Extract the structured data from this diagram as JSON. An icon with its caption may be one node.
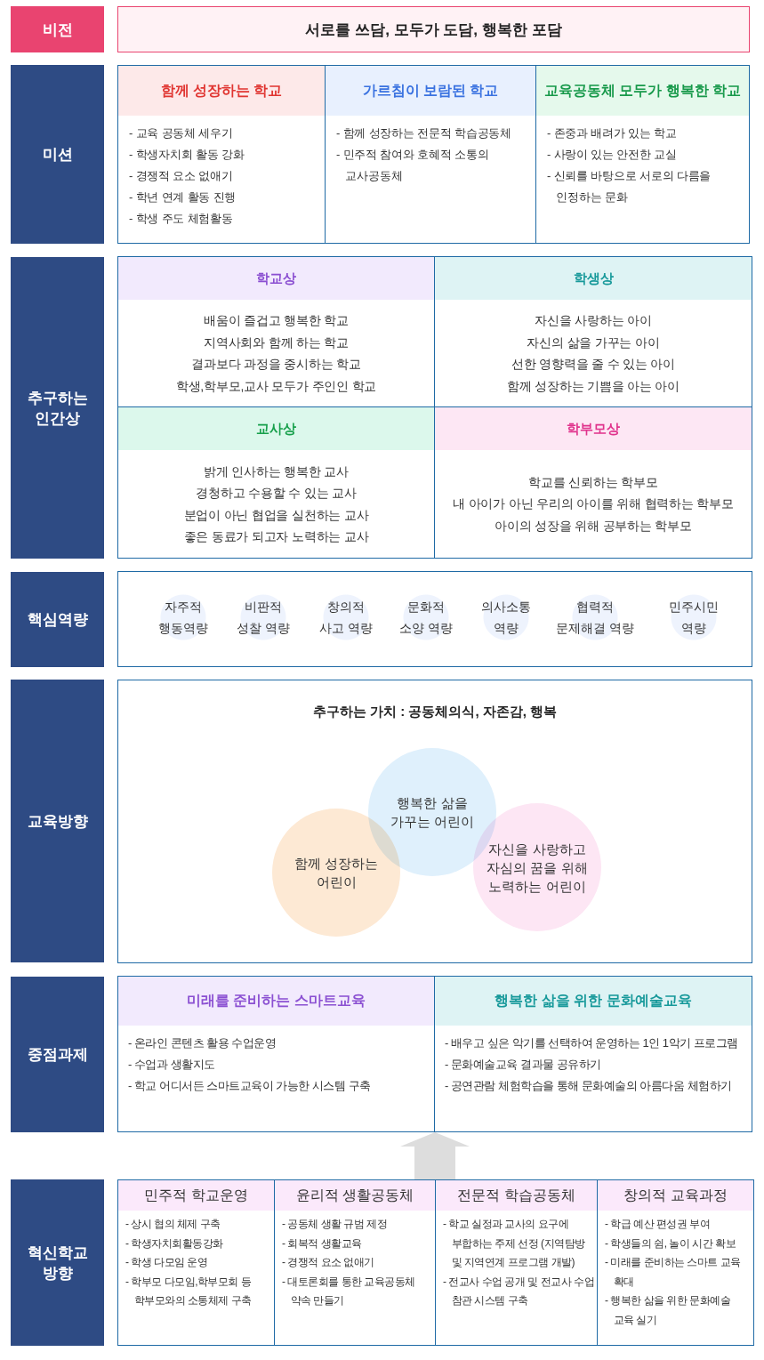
{
  "diagram": {
    "nodes": [
      {
        "text": [
          "비전"
        ]
      },
      {
        "text": [
          "서로를 쓰담, 모두가 도담, 행복한 포담"
        ]
      },
      {
        "text": [
          "미션"
        ]
      },
      {
        "text": [],
        "shape": "box"
      },
      {
        "text": [
          "함께 성장하는 학교",
          "- 교육 공동체 세우기",
          "- 학생자치회 활동 강화",
          "- 경쟁적 요소 없애기",
          "- 학년 연계 활동 진행",
          "- 학생 주도 체험활동"
        ],
        "in": 3
      },
      {
        "text": [
          "가르침이 보람된 학교",
          "- 함께 성장하는 전문적 학습공동체",
          "- 민주적 참여와 호혜적 소통의 교사공동체"
        ],
        "in": 3
      },
      {
        "text": [
          "교육공동체 모두가 행복한 학교",
          "- 존중과 배려가 있는 학교",
          "- 사랑이 있는 안전한 교실",
          "- 신뢰를 바탕으로 서로의 다름을 인정하는 문화"
        ],
        "in": 3
      },
      {
        "text": [
          "추구하는 인간상"
        ]
      },
      {
        "text": [],
        "shape": "box"
      },
      {
        "text": [
          "학교상",
          "배움이 즐겁고 행복한 학교",
          "지역사회와 함께 하는 학교",
          "결과보다 과정을 중시하는 학교",
          "학생,학부모,교사 모두가 주인인 학교"
        ],
        "in": 8
      },
      {
        "text": [
          "학생상",
          "자신을 사랑하는 아이",
          "자신의 삶을 가꾸는 아이",
          "선한 영향력을 줄 수 있는 아이",
          "함께 성장하는 기쁨을 아는 아이"
        ],
        "in": 8
      },
      {
        "text": [
          "교사상",
          "밝게 인사하는 행복한 교사",
          "경청하고 수용할 수 있는 교사",
          "분업이 아닌 협업을 실천하는 교사",
          "좋은 동료가 되고자 노력하는 교사"
        ],
        "in": 8
      },
      {
        "text": [
          "학부모상",
          "학교를 신뢰하는 학부모",
          "내 아이가 아닌 우리의 아이를 위해 협력하는 학부모",
          "아이의 성장을 위해 공부하는 학부모"
        ],
        "in": 8
      },
      {
        "text": [
          "핵심역량"
        ]
      },
      {
        "text": [],
        "shape": "box"
      },
      {
        "text": [
          "자주적 행동역량"
        ],
        "in": 14
      },
      {
        "text": [
          "비판적 성찰 역량"
        ],
        "in": 14
      },
      {
        "text": [
          "창의적 사고 역량"
        ],
        "in": 14
      },
      {
        "text": [
          "문화적 소양 역량"
        ],
        "in": 14
      },
      {
        "text": [
          "의사소통 역량"
        ],
        "in": 14
      },
      {
        "text": [
          "협력적 문제해결 역량"
        ],
        "in": 14
      },
      {
        "text": [
          "민주시민 역량"
        ],
        "in": 14
      },
      {
        "text": [
          "교육방향"
        ]
      },
      {
        "text": [
          "추구하는 가치 : 공동체의식, 자존감, 행복"
        ]
      },
      {
        "text": [
          "행복한 삶을 가꾸는 어린이"
        ],
        "in": 23
      },
      {
        "text": [
          "함께 성장하는 어린이"
        ],
        "in": 23
      },
      {
        "text": [
          "자신을 사랑하고 자심의 꿈을 위해 노력하는 어린이"
        ],
        "in": 23
      },
      {
        "text": [
          "중점과제"
        ]
      },
      {
        "text": [],
        "shape": "box"
      },
      {
        "text": [
          "미래를 준비하는 스마트교육",
          "- 온라인 콘텐츠 활용 수업운영",
          "- 수업과 생활지도",
          "- 학교 어디서든 스마트교육이 가능한 시스템 구축"
        ],
        "in": 28
      },
      {
        "text": [
          "행복한 삶을 위한 문화예술교육",
          "- 배우고 싶은 악기를 선택하여 운영하는 1인 1악기 프로그램",
          "- 문화예술교육 결과물 공유하기",
          "- 공연관람 체험학습을 통해 문화예술의 아름다움 체험하기"
        ],
        "in": 28
      },
      {
        "text": [
          "혁신학교 방향"
        ]
      },
      {
        "text": [],
        "shape": "box"
      },
      {
        "text": [
          "민주적 학교운영",
          "- 상시 협의 체제 구축",
          "- 학생자치회활동강화",
          "- 학생 다모임 운영",
          "- 학부모 다모임,학부모회 등 학부모와의 소통체제 구축"
        ],
        "in": 32
      },
      {
        "text": [
          "윤리적 생활공동체",
          "- 공동체 생활 규범 제정",
          "- 회복적 생활교육",
          "- 경쟁적 요소 없애기",
          "- 대토론회를 통한 교육공동체 약속 만들기"
        ],
        "in": 32
      },
      {
        "text": [
          "전문적 학습공동체",
          "- 학교 실정과 교사의 요구에 부합하는 주제 선정 (지역탐방 및 지역연계 프로그램 개발)",
          "- 전교사 수업 공개 및 전교사 수업 참관 시스템 구축"
        ],
        "in": 32
      },
      {
        "text": [
          "창의적 교육과정",
          "- 학급 예산 편성권 부여",
          "- 학생들의 쉼, 놀이 시간 확보",
          "- 미래를 준비하는 스마트 교육 확대",
          "- 행복한 삶을 위한 문화예술 교육 실기"
        ],
        "in": 32
      }
    ],
    "edges": [
      {
        "from": 32,
        "to": 28,
        "arrow": "to"
      }
    ]
  }
}
